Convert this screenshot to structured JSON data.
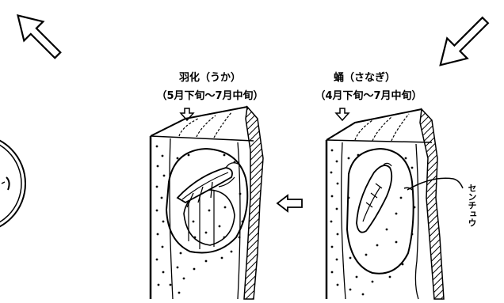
{
  "stages": {
    "adult": {
      "title": "羽化（うか）",
      "period": "（5月下旬～7月中旬）"
    },
    "pupa": {
      "title": "蛹（さなぎ）",
      "period": "（4月下旬～7月中旬）"
    }
  },
  "annotation": {
    "label": "センチュウ"
  },
  "colors": {
    "ink": "#000000",
    "background": "#ffffff"
  }
}
